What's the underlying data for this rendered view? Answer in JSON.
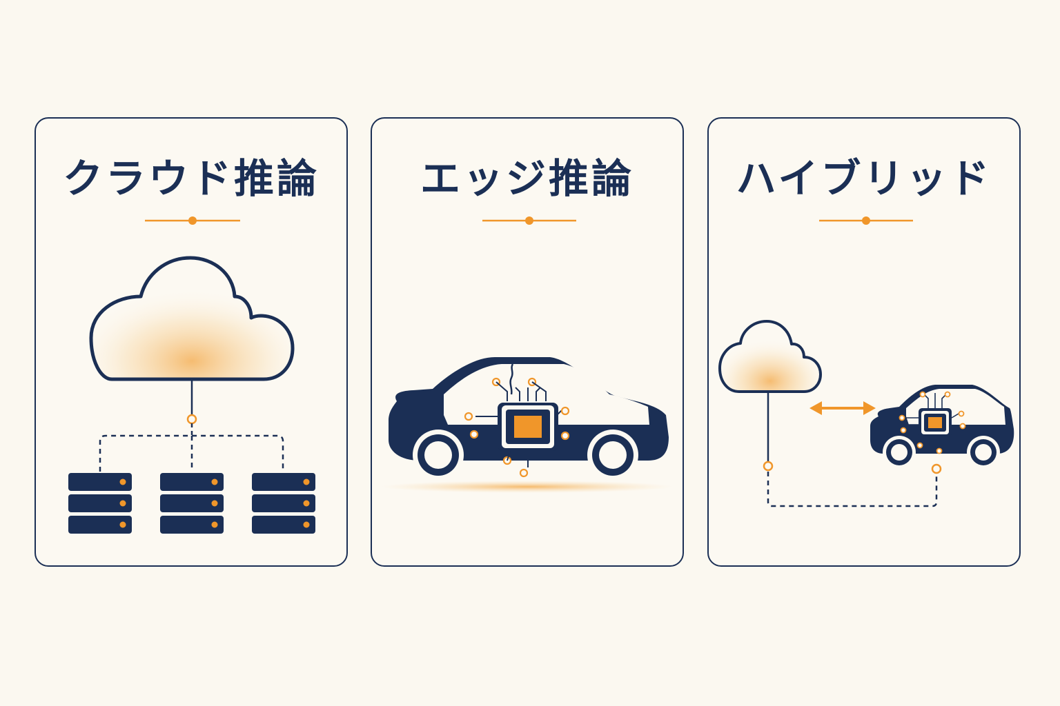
{
  "panels": [
    {
      "id": "cloud",
      "title": "クラウド推論",
      "illustration": "cloud-servers-icon"
    },
    {
      "id": "edge",
      "title": "エッジ推論",
      "illustration": "car-chip-icon"
    },
    {
      "id": "hybrid",
      "title": "ハイブリッド",
      "illustration": "cloud-car-hybrid-icon"
    }
  ],
  "colors": {
    "navy": "#1b2f55",
    "accent": "#f0962a",
    "background": "#fbf8f0"
  }
}
